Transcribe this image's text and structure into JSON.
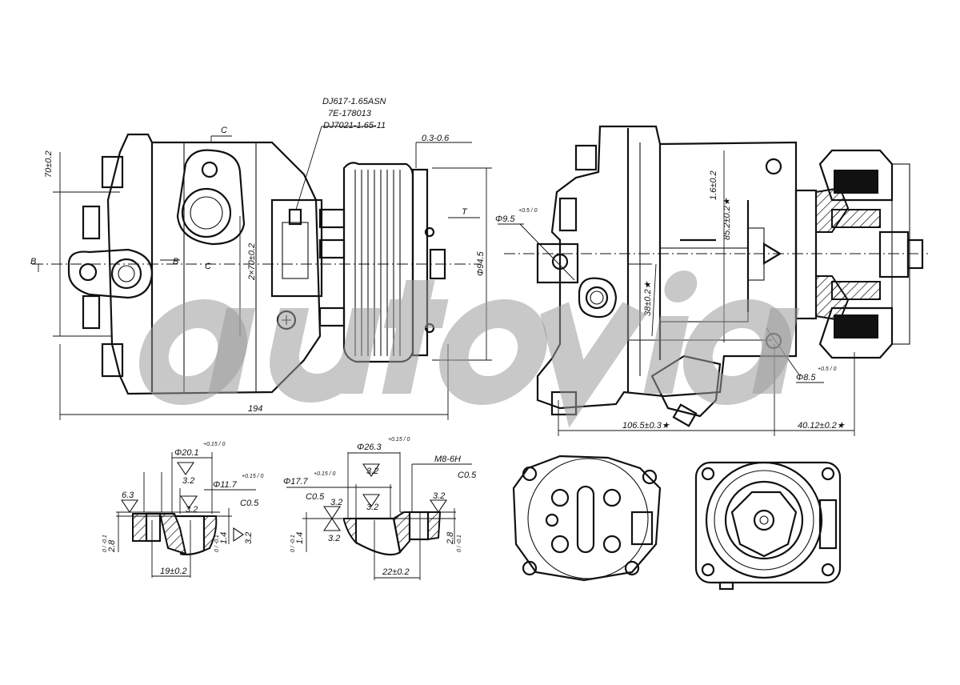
{
  "watermark": "autovia",
  "side_view": {
    "part_numbers": [
      "DJ617-1.65ASN",
      "7E-178013",
      "DJ7021-1.65-11"
    ],
    "gap": "0.3-0.6",
    "height_dim": "70±0.2",
    "section_b": "B",
    "section_c": "C",
    "mount_dim": "2×70±0.2",
    "t_label": "T",
    "pulley_dia": "Φ94.5",
    "length": "194"
  },
  "front_view": {
    "hole_top": "Φ9.5",
    "hole_top_tol": "+0.5 / 0",
    "dim_1_6": "1.6±0.2",
    "dim_85_2": "85.2±0.2★",
    "dim_38": "38±0.2★",
    "hole_bottom": "Φ8.5",
    "hole_bottom_tol": "+0.5 / 0",
    "dim_106_5": "106.5±0.3★",
    "dim_40_12": "40.12±0.2★"
  },
  "detail_1": {
    "dia_outer": "Φ20.1",
    "dia_outer_tol": "+0.15 / 0",
    "dia_inner": "Φ11.7",
    "dia_inner_tol": "+0.15 / 0",
    "rough_a": "3.2",
    "rough_b": "3.2",
    "rough_c": "6.3",
    "rough_d": "3.2",
    "chamfer": "C0.5",
    "depth_a": "2.8",
    "depth_a_tol": "0 / -0.1",
    "depth_b": "1.4",
    "depth_b_tol": "0 / -0.1",
    "spacing": "19±0.2"
  },
  "detail_2": {
    "dia_outer": "Φ26.3",
    "dia_outer_tol": "+0.15 / 0",
    "thread": "M8-6H",
    "chamfer_right": "C0.5",
    "dia_inner": "Φ17.7",
    "dia_inner_tol": "+0.15 / 0",
    "chamfer_left": "C0.5",
    "rough_a": "3.2",
    "rough_b": "3.2",
    "rough_c": "3.2",
    "rough_d": "3.2",
    "rough_e": "3.2",
    "depth_a": "1.4",
    "depth_a_tol": "0 / -0.1",
    "depth_b": "2.8",
    "depth_b_tol": "0 / -0.1",
    "spacing": "22±0.2"
  }
}
